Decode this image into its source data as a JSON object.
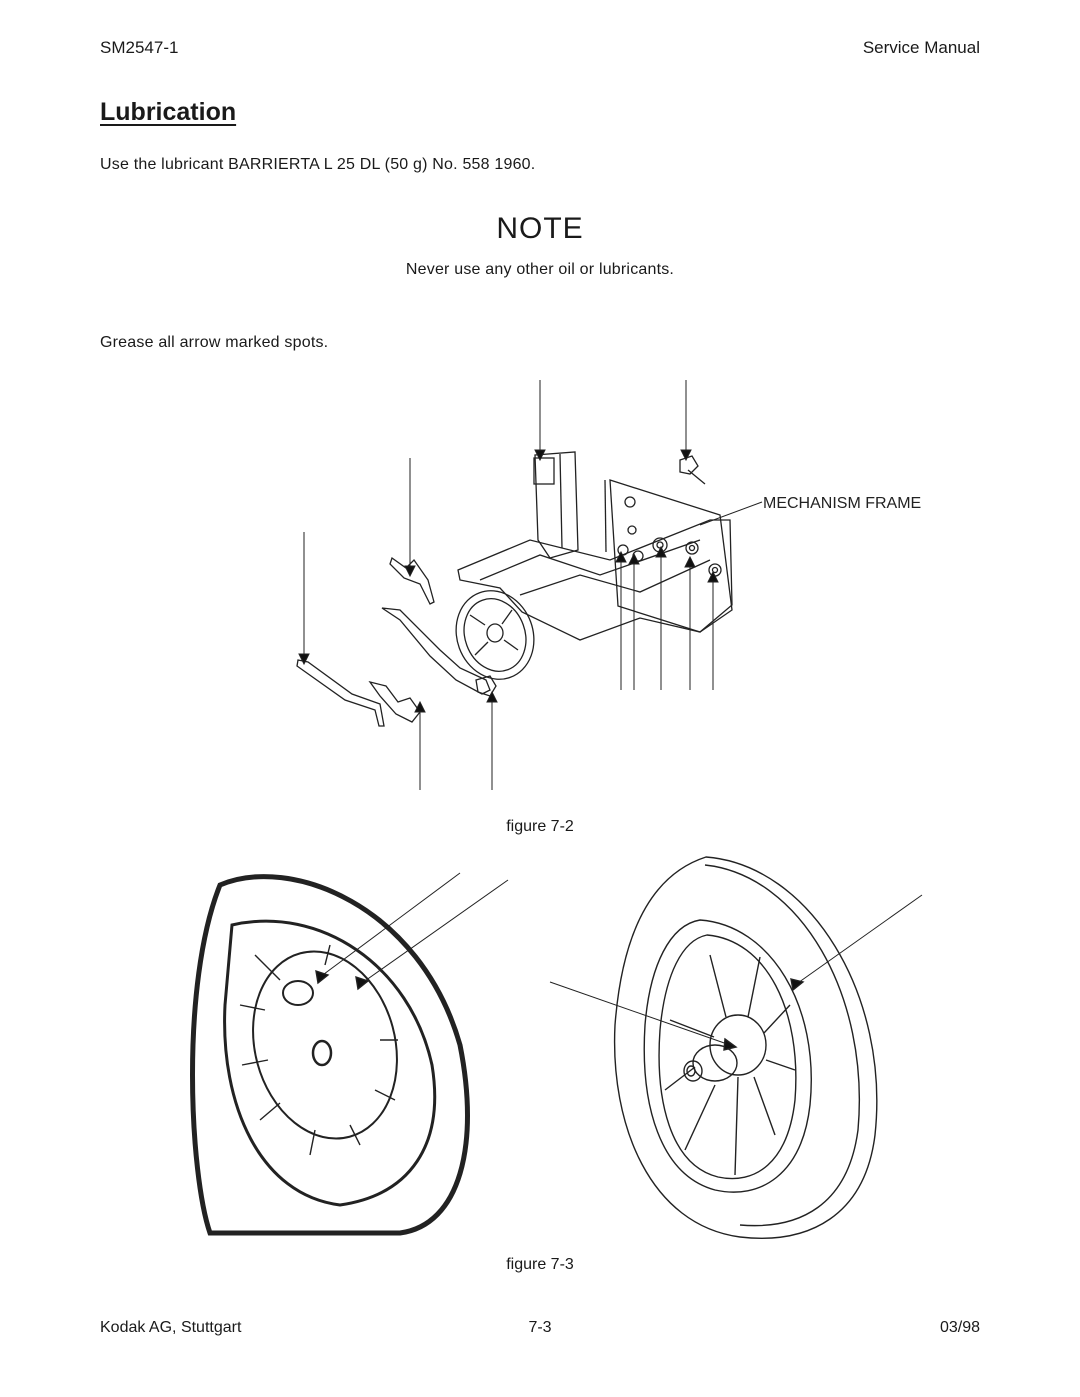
{
  "header": {
    "doc_id": "SM2547-1",
    "manual_type": "Service Manual"
  },
  "title": "Lubrication",
  "lubricant_text": "Use the lubricant BARRIERTA L 25 DL (50 g) No. 558 1960.",
  "note": {
    "heading": "NOTE",
    "text": "Never use any other oil or lubricants."
  },
  "grease_text": "Grease all arrow marked spots.",
  "figure_2": {
    "caption": "figure 7-2",
    "label": "MECHANISM FRAME"
  },
  "figure_3": {
    "caption": "figure 7-3"
  },
  "footer": {
    "company": "Kodak AG, Stuttgart",
    "page": "7-3",
    "date": "03/98"
  }
}
